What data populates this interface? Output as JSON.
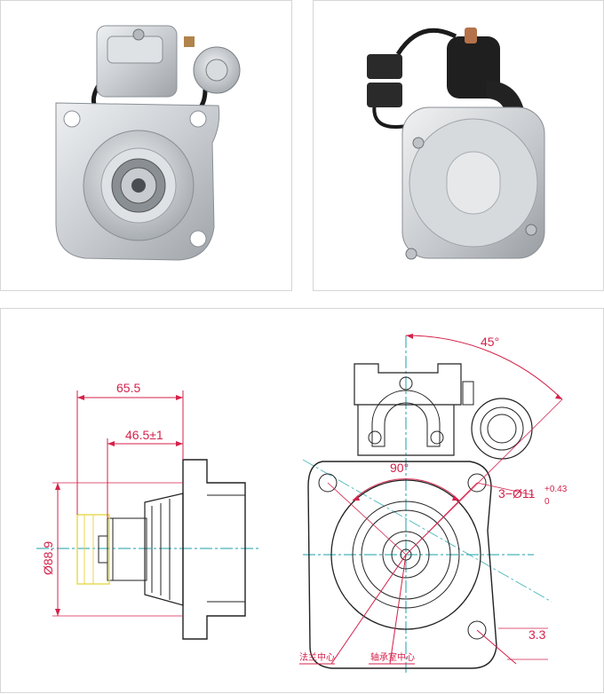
{
  "photos": [
    {
      "alt": "starter-motor-front-view"
    },
    {
      "alt": "starter-motor-rear-view"
    }
  ],
  "drawing": {
    "dim_overall": "65.5",
    "dim_pinion": "46.5±1",
    "dim_diameter": "Ø88.9",
    "angle_top": "45°",
    "angle_holes": "90°",
    "hole_spec_prefix": "3−Ø11",
    "hole_tol_upper": "+0.43",
    "hole_tol_lower": "0",
    "dim_offset": "3.3",
    "label_flange_center": "法兰中心",
    "label_bearing_center": "轴承室中心"
  },
  "colors": {
    "dimension": "#d4224b",
    "centerline": "#1aa0a8",
    "outline": "#222222",
    "pinion_outline": "#e6d84a",
    "metal": "#c9cdd1"
  }
}
